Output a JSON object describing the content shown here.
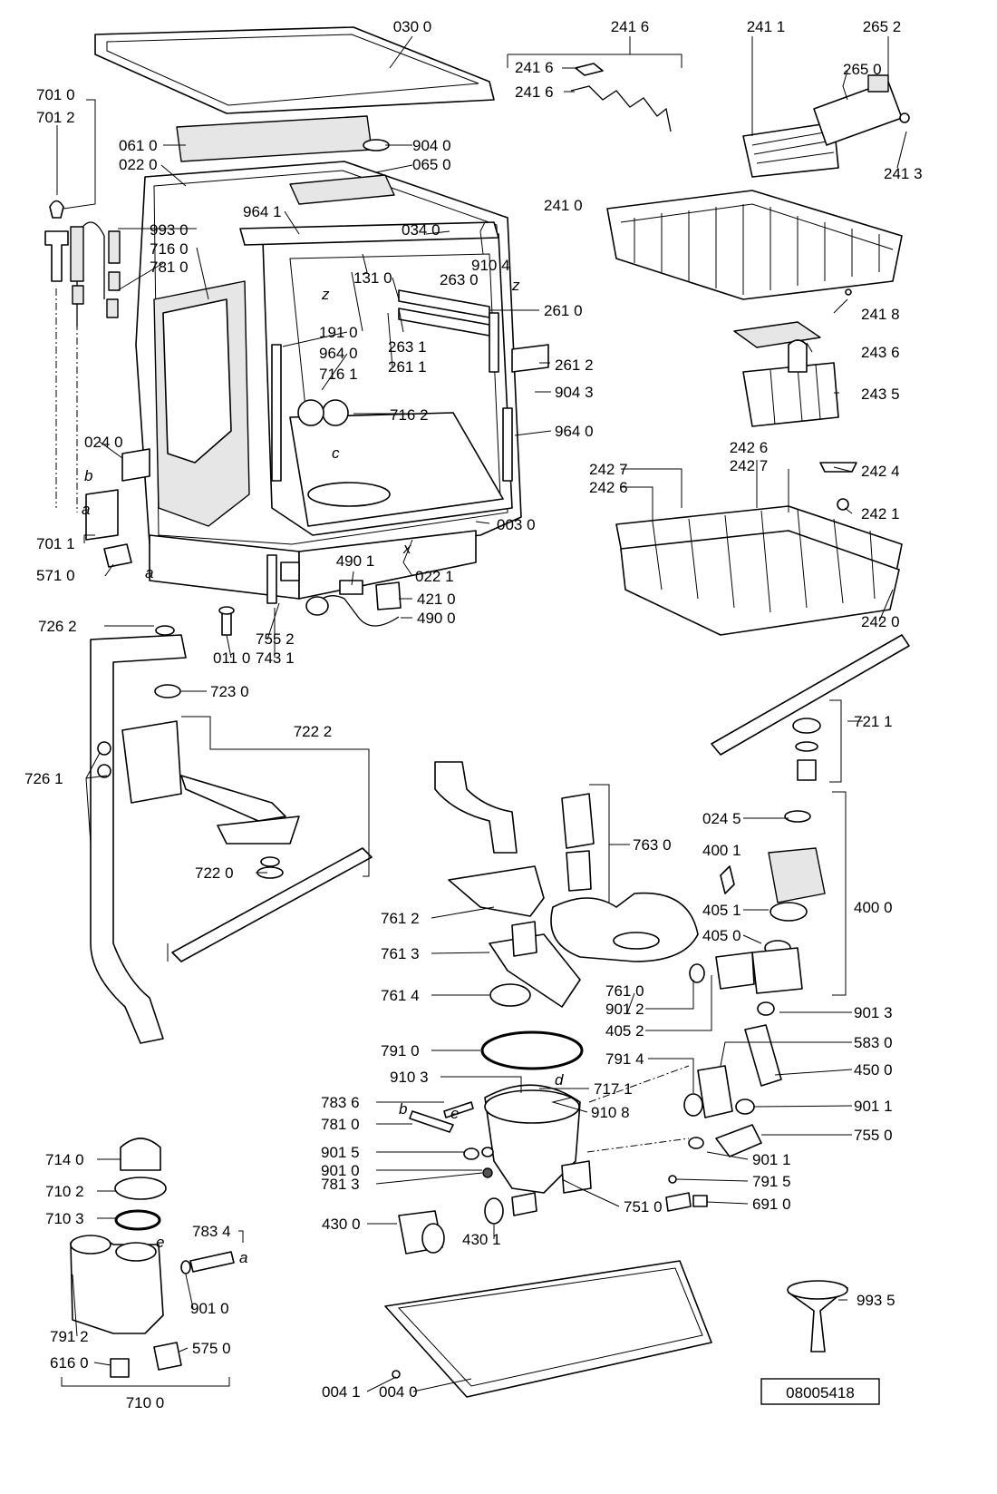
{
  "doc_number": "08005418",
  "callouts": [
    "030 0",
    "241 6",
    "241 6",
    "241 6",
    "241 1",
    "265 2",
    "265 0",
    "241 3",
    "701 0",
    "701 2",
    "061 0",
    "904 0",
    "022 0",
    "065 0",
    "964 1",
    "034 0",
    "993 0",
    "716 0",
    "781 0",
    "910 4",
    "131 0",
    "263 0",
    "241 0",
    "261 0",
    "191 0",
    "964 0",
    "263 1",
    "261 1",
    "261 2",
    "716 1",
    "716 2",
    "904 3",
    "241 8",
    "243 6",
    "243 5",
    "964 0",
    "024 0",
    "003 0",
    "242 6",
    "242 7",
    "242 4",
    "242 7",
    "242 6",
    "242 1",
    "701 1",
    "571 0",
    "490 1",
    "421 0",
    "490 0",
    "022 1",
    "242 0",
    "726 2",
    "011 0",
    "755 2",
    "743 1",
    "723 0",
    "721 1",
    "722 2",
    "726 1",
    "763 0",
    "024 5",
    "400 1",
    "722 0",
    "405 1",
    "400 0",
    "761 2",
    "405 0",
    "761 3",
    "761 0",
    "761 4",
    "901 2",
    "405 2",
    "901 3",
    "791 0",
    "583 0",
    "791 4",
    "450 0",
    "910 3",
    "717 1",
    "783 6",
    "910 8",
    "781 0",
    "901 1",
    "714 0",
    "901 5",
    "901 0",
    "755 0",
    "710 2",
    "781 3",
    "901 1",
    "710 3",
    "791 5",
    "430 0",
    "430 1",
    "751 0",
    "691 0",
    "783 4",
    "901 0",
    "993 5",
    "791 2",
    "575 0",
    "616 0",
    "710 0",
    "004 1",
    "004 0"
  ],
  "letters": [
    "z",
    "z",
    "b",
    "a",
    "a",
    "x",
    "c",
    "b",
    "e",
    "d",
    "e",
    "a"
  ]
}
